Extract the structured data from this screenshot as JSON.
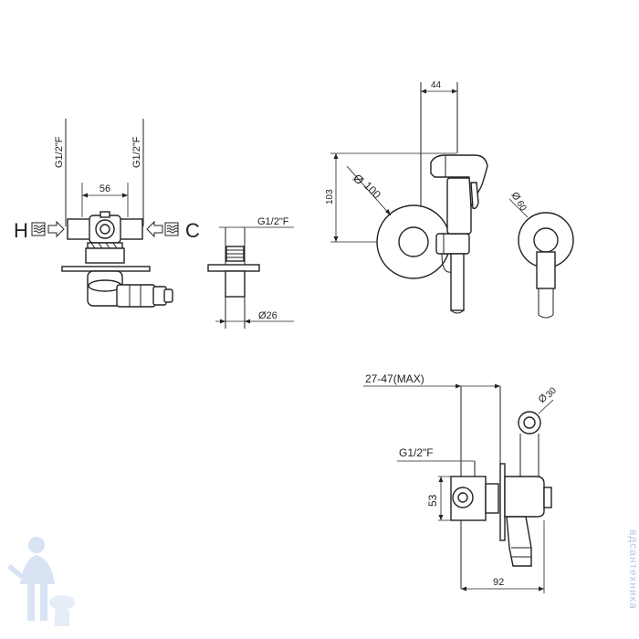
{
  "front_view": {
    "thread_left": "G1/2\"F",
    "thread_right": "G1/2\"F",
    "width_dim": "56",
    "hot_label": "H",
    "cold_label": "C"
  },
  "side_view": {
    "thread": "G1/2\"F",
    "diameter": "Ø26"
  },
  "hand_shower": {
    "offset_dim": "44",
    "height_dim": "103",
    "plate_diameter": "100",
    "holder_diameter": "60"
  },
  "section_view": {
    "depth_dim": "27-47(MAX)",
    "ring_diameter": "30",
    "thread": "G1/2\"F",
    "height_dim": "53",
    "length_dim": "92"
  },
  "watermark": {
    "text": "вдсантехника"
  }
}
